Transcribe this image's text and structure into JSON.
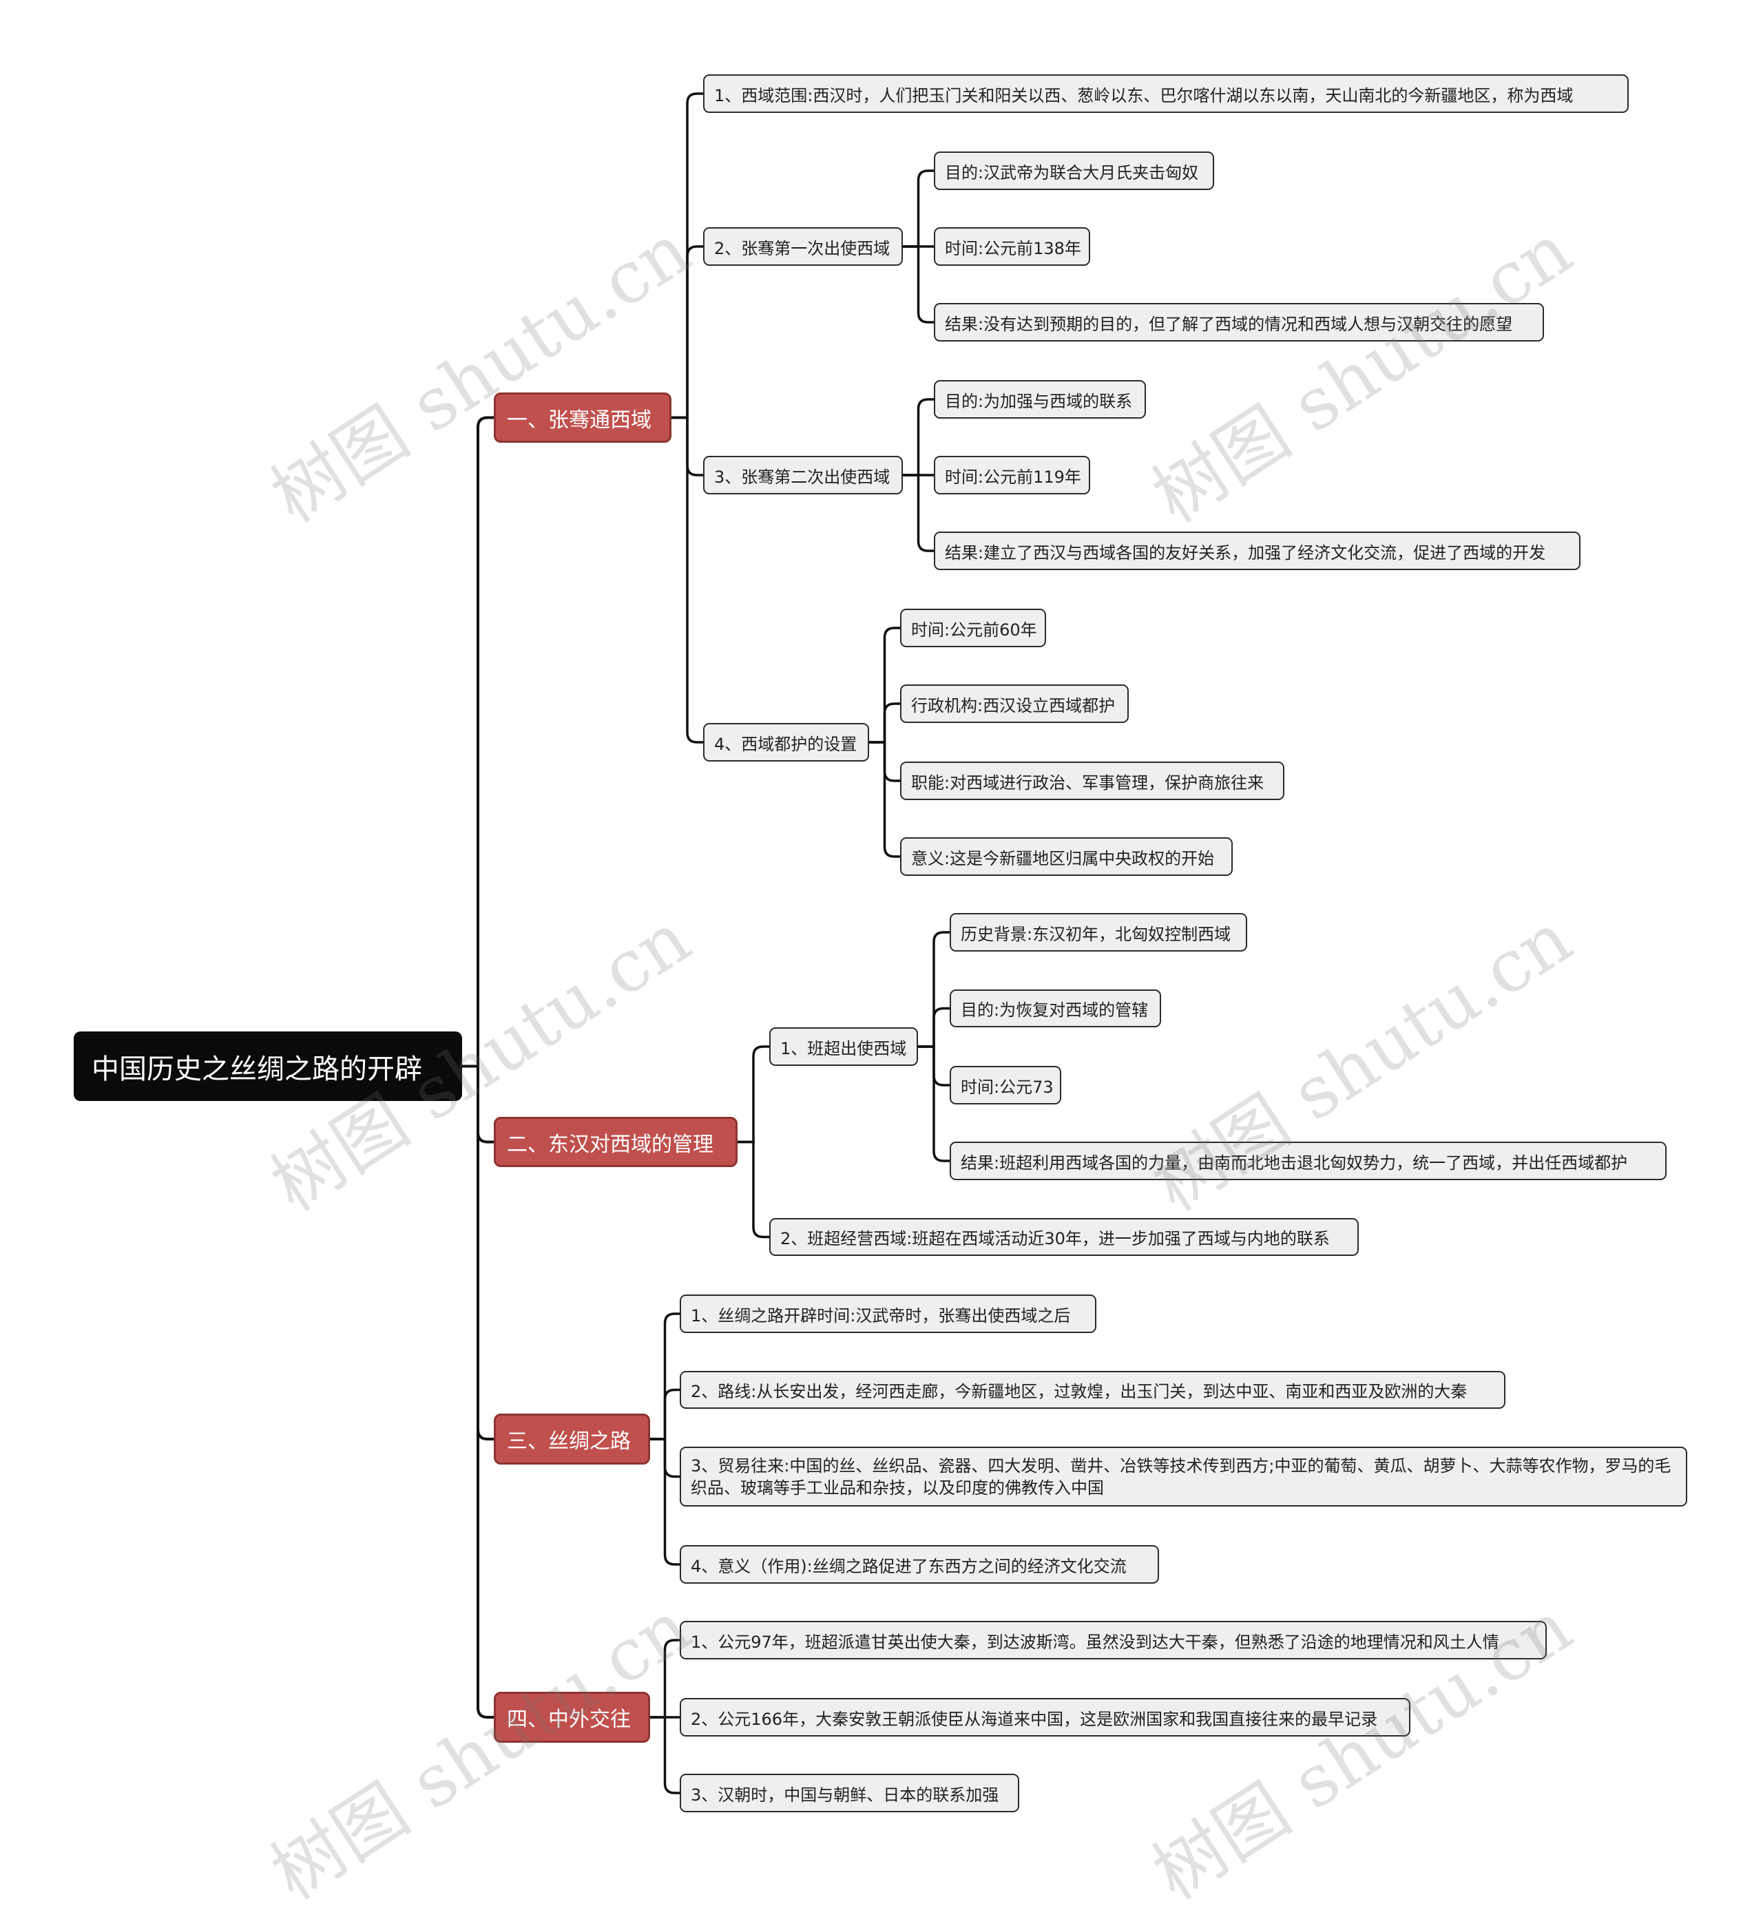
{
  "root": {
    "label": "中国历史之丝绸之路的开辟"
  },
  "branches": [
    {
      "label": "一、张骞通西域",
      "children": [
        {
          "label": "1、西域范围:西汉时，人们把玉门关和阳关以西、葱岭以东、巴尔喀什湖以东以南，天山南北的今新疆地区，称为西域"
        },
        {
          "label": "2、张骞第一次出使西域",
          "children": [
            {
              "label": "目的:汉武帝为联合大月氏夹击匈奴"
            },
            {
              "label": "时间:公元前138年"
            },
            {
              "label": "结果:没有达到预期的目的，但了解了西域的情况和西域人想与汉朝交往的愿望"
            }
          ]
        },
        {
          "label": "3、张骞第二次出使西域",
          "children": [
            {
              "label": "目的:为加强与西域的联系"
            },
            {
              "label": "时间:公元前119年"
            },
            {
              "label": "结果:建立了西汉与西域各国的友好关系，加强了经济文化交流，促进了西域的开发"
            }
          ]
        },
        {
          "label": "4、西域都护的设置",
          "children": [
            {
              "label": "时间:公元前60年"
            },
            {
              "label": "行政机构:西汉设立西域都护"
            },
            {
              "label": "职能:对西域进行政治、军事管理，保护商旅往来"
            },
            {
              "label": "意义:这是今新疆地区归属中央政权的开始"
            }
          ]
        }
      ]
    },
    {
      "label": "二、东汉对西域的管理",
      "children": [
        {
          "label": "1、班超出使西域",
          "children": [
            {
              "label": "历史背景:东汉初年，北匈奴控制西域"
            },
            {
              "label": "目的:为恢复对西域的管辖"
            },
            {
              "label": "时间:公元73"
            },
            {
              "label": "结果:班超利用西域各国的力量，由南而北地击退北匈奴势力，统一了西域，并出任西域都护"
            }
          ]
        },
        {
          "label": "2、班超经营西域:班超在西域活动近30年，进一步加强了西域与内地的联系"
        }
      ]
    },
    {
      "label": "三、丝绸之路",
      "children": [
        {
          "label": "1、丝绸之路开辟时间:汉武帝时，张骞出使西域之后"
        },
        {
          "label": "2、路线:从长安出发，经河西走廊，今新疆地区，过敦煌，出玉门关，到达中亚、南亚和西亚及欧洲的大秦"
        },
        {
          "label": "3、贸易往来:中国的丝、丝织品、瓷器、四大发明、凿井、冶铁等技术传到西方;中亚的葡萄、黄瓜、胡萝卜、大蒜等农作物，罗马的毛织品、玻璃等手工业品和杂技，以及印度的佛教传入中国"
        },
        {
          "label": "4、意义（作用):丝绸之路促进了东西方之间的经济文化交流"
        }
      ]
    },
    {
      "label": "四、中外交往",
      "children": [
        {
          "label": "1、公元97年，班超派遣甘英出使大秦，到达波斯湾。虽然没到达大干秦，但熟悉了沿途的地理情况和风土人情"
        },
        {
          "label": "2、公元166年，大秦安敦王朝派使臣从海道来中国，这是欧洲国家和我国直接往来的最早记录"
        },
        {
          "label": "3、汉朝时，中国与朝鲜、日本的联系加强"
        }
      ]
    }
  ],
  "watermark": "树图 shutu.cn",
  "colors": {
    "root_bg": "#0a0a0a",
    "branch_bg": "#c0504d",
    "leaf_bg": "#efefef",
    "line": "#111111"
  }
}
